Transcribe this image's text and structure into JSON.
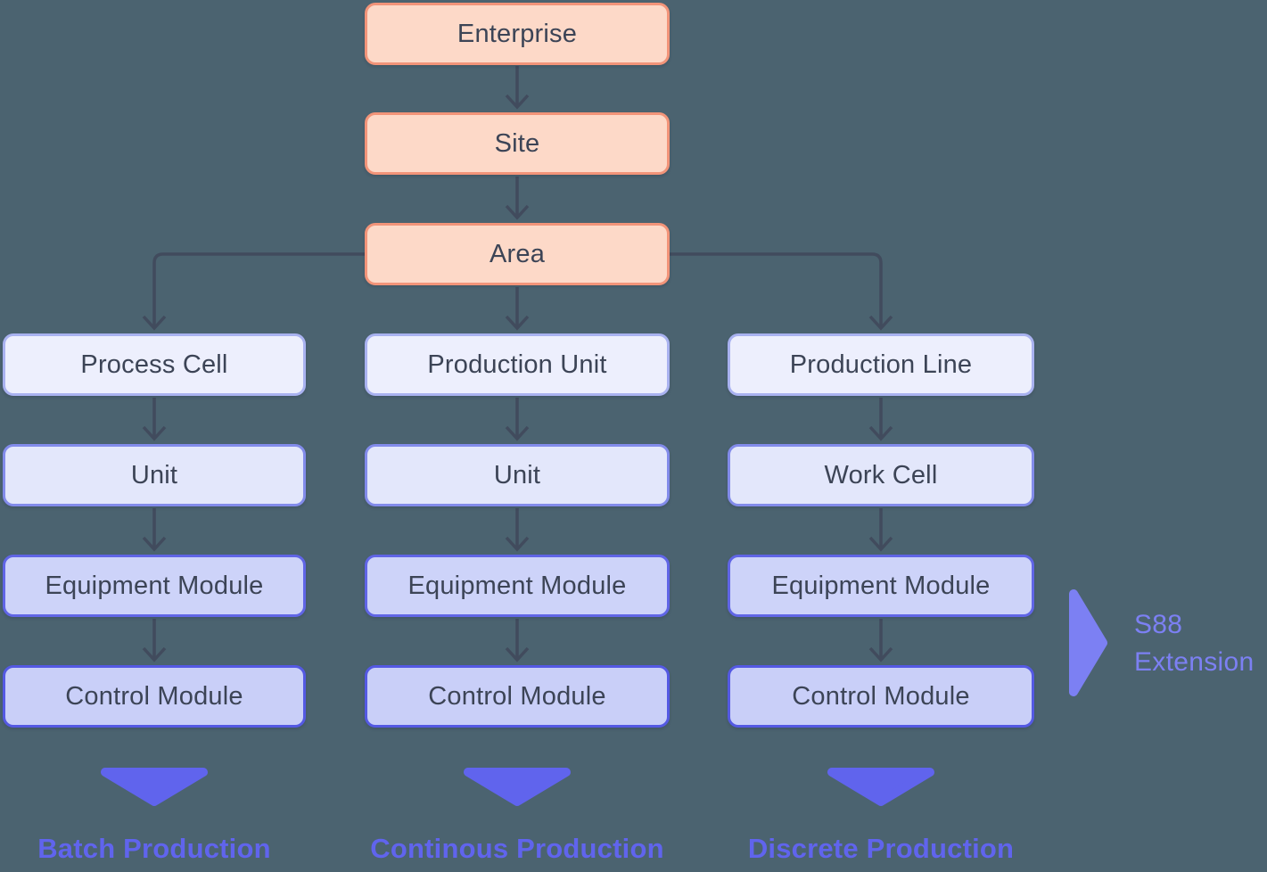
{
  "colors": {
    "background": "#4b6370",
    "node_text": "#3c4456",
    "arrow": "#414b5d",
    "orange_fill": "#fdd9c8",
    "orange_border": "#f29479",
    "level1_fill": "#edeffd",
    "level1_border": "#a9b2f0",
    "level2_fill": "#e3e7fb",
    "level2_border": "#828bea",
    "level3_fill": "#cdd3f9",
    "level3_border": "#6065e6",
    "level4_fill": "#c9cff8",
    "level4_border": "#5459e3",
    "accent": "#6064ed",
    "accent_light": "#7c80f3"
  },
  "hierarchy": {
    "top_chain": [
      {
        "label": "Enterprise"
      },
      {
        "label": "Site"
      },
      {
        "label": "Area"
      }
    ],
    "columns": [
      {
        "boxes": [
          {
            "label": "Process Cell"
          },
          {
            "label": "Unit"
          },
          {
            "label": "Equipment Module"
          },
          {
            "label": "Control Module"
          }
        ],
        "footer": "Batch Production"
      },
      {
        "boxes": [
          {
            "label": "Production Unit"
          },
          {
            "label": "Unit"
          },
          {
            "label": "Equipment Module"
          },
          {
            "label": "Control Module"
          }
        ],
        "footer": "Continous Production"
      },
      {
        "boxes": [
          {
            "label": "Production Line"
          },
          {
            "label": "Work Cell"
          },
          {
            "label": "Equipment Module"
          },
          {
            "label": "Control Module"
          }
        ],
        "footer": "Discrete Production"
      }
    ]
  },
  "annotation": {
    "line1": "S88",
    "line2": "Extension"
  }
}
